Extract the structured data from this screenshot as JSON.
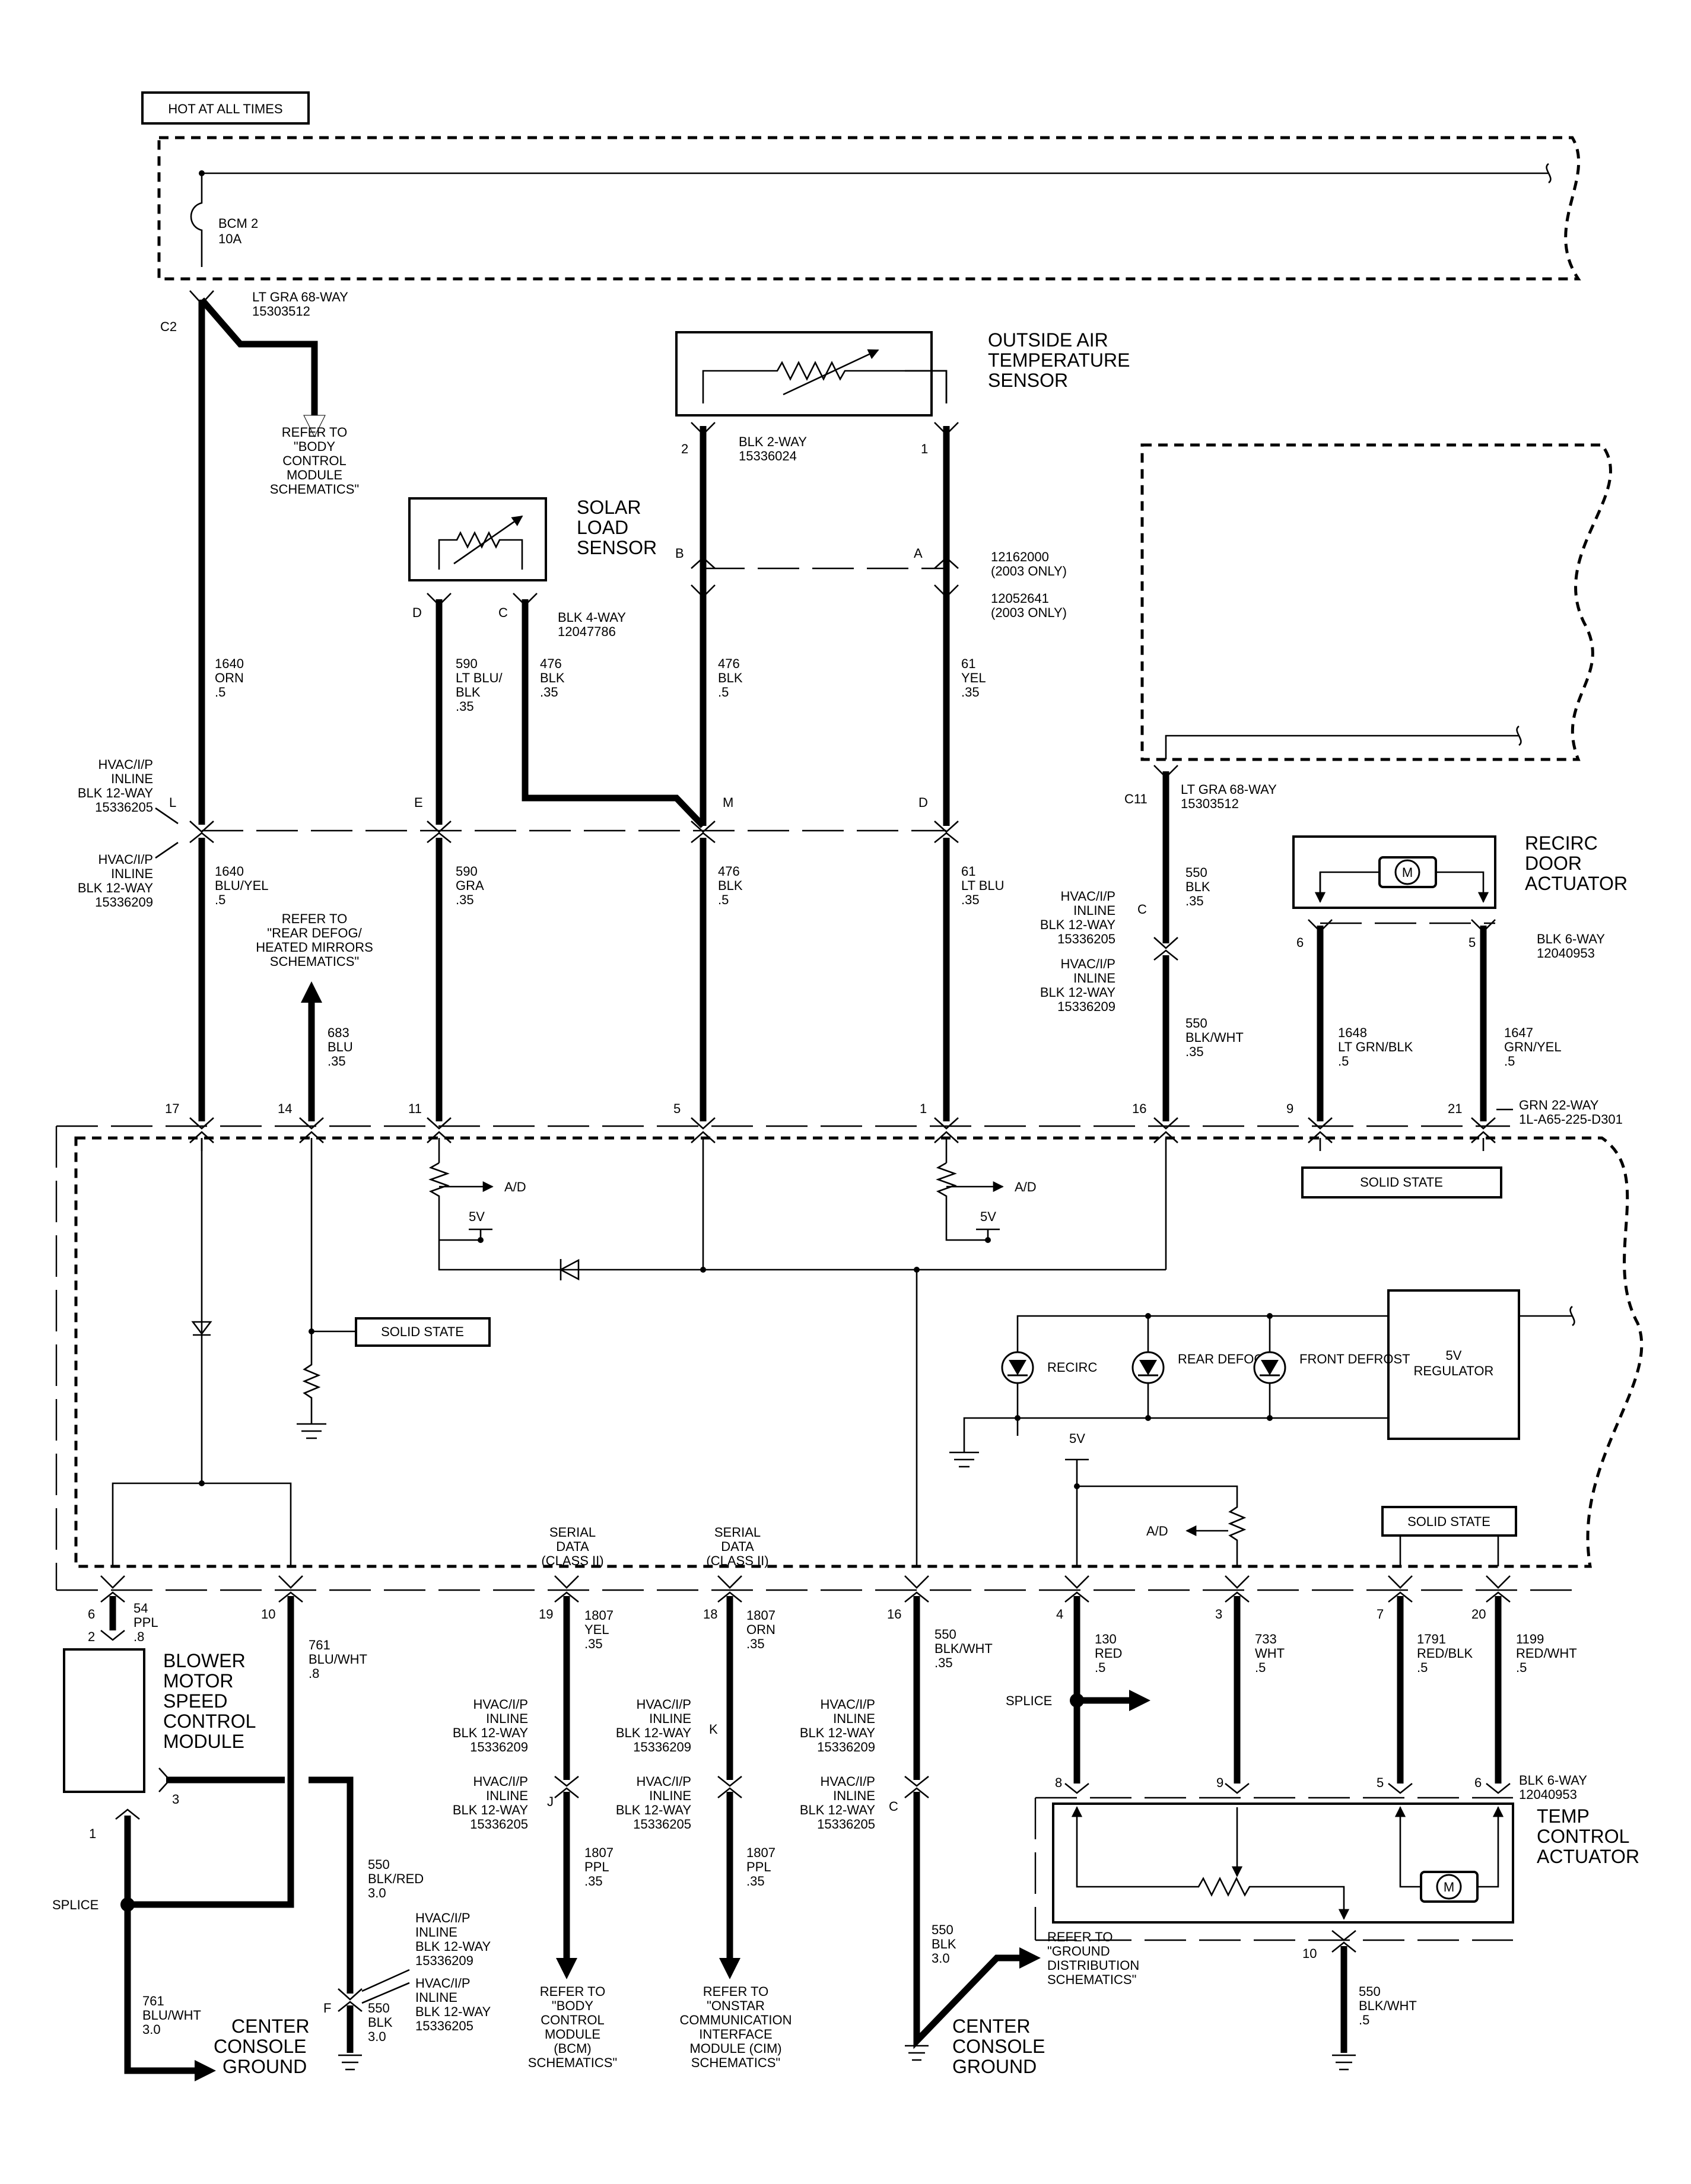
{
  "header": {
    "hot_label": "HOT AT ALL TIMES"
  },
  "fuse": {
    "name": "BCM 2",
    "rating": "10A"
  },
  "bcm_c2": {
    "pin": "C2",
    "connector": [
      "LT GRA 68-WAY",
      "15303512"
    ],
    "refer": [
      "REFER TO",
      "\"BODY",
      "CONTROL",
      "MODULE",
      "SCHEMATICS\""
    ]
  },
  "outside_air": {
    "title": [
      "OUTSIDE AIR",
      "TEMPERATURE",
      "SENSOR"
    ],
    "pin_left": "2",
    "pin_right": "1",
    "connector": [
      "BLK 2-WAY",
      "15336024"
    ],
    "pin_b": "B",
    "pin_a": "A",
    "conn_2003a": [
      "12162000",
      "(2003 ONLY)"
    ],
    "conn_2003b": [
      "12052641",
      "(2003 ONLY)"
    ]
  },
  "solar": {
    "title": [
      "SOLAR",
      "LOAD",
      "SENSOR"
    ],
    "pin_d": "D",
    "pin_c": "C",
    "connector": [
      "BLK 4-WAY",
      "12047786"
    ]
  },
  "wires_upper": {
    "w1640": [
      "1640",
      "ORN",
      ".5"
    ],
    "w590a": [
      "590",
      "LT BLU/",
      "BLK",
      ".35"
    ],
    "w476a": [
      "476",
      "BLK",
      ".35"
    ],
    "w476b": [
      "476",
      "BLK",
      ".5"
    ],
    "w61a": [
      "61",
      "YEL",
      ".35"
    ]
  },
  "inline_upper": {
    "left_a": [
      "HVAC/I/P",
      "INLINE",
      "BLK 12-WAY",
      "15336205"
    ],
    "left_b": [
      "HVAC/I/P",
      "INLINE",
      "BLK 12-WAY",
      "15336209"
    ],
    "pins": [
      "L",
      "E",
      "M",
      "D"
    ]
  },
  "wires_mid": {
    "w1640b": [
      "1640",
      "BLU/YEL",
      ".5"
    ],
    "w590b": [
      "590",
      "GRA",
      ".35"
    ],
    "w476c": [
      "476",
      "BLK",
      ".5"
    ],
    "w61b": [
      "61",
      "LT BLU",
      ".35"
    ],
    "w683": [
      "683",
      "BLU",
      ".35"
    ],
    "refer_rear": [
      "REFER TO",
      "\"REAR DEFOG/",
      "HEATED MIRRORS",
      "SCHEMATICS\""
    ]
  },
  "c11": {
    "pin": "C11",
    "connector": [
      "LT GRA 68-WAY",
      "15303512"
    ],
    "w550a": [
      "550",
      "BLK",
      ".35"
    ],
    "pin_c": "C",
    "inline_a": [
      "HVAC/I/P",
      "INLINE",
      "BLK 12-WAY",
      "15336205"
    ],
    "inline_b": [
      "HVAC/I/P",
      "INLINE",
      "BLK 12-WAY",
      "15336209"
    ],
    "w550b": [
      "550",
      "BLK/WHT",
      ".35"
    ]
  },
  "recirc": {
    "title": [
      "RECIRC",
      "DOOR",
      "ACTUATOR"
    ],
    "motor": "M",
    "pin6": "6",
    "pin5": "5",
    "connector": [
      "BLK 6-WAY",
      "12040953"
    ],
    "w1648": [
      "1648",
      "LT GRN/BLK",
      ".5"
    ],
    "w1647": [
      "1647",
      "GRN/YEL",
      ".5"
    ]
  },
  "module_top_pins": [
    "17",
    "14",
    "11",
    "5",
    "1",
    "16",
    "9",
    "21"
  ],
  "module_connector": [
    "GRN 22-WAY",
    "1L-A65-225-D301"
  ],
  "module": {
    "solid_state": "SOLID STATE",
    "ad": "A/D",
    "v5": "5V",
    "leds": [
      "RECIRC",
      "REAR DEFOG",
      "FRONT DEFROST"
    ],
    "regulator": [
      "5V",
      "REGULATOR"
    ],
    "serial": [
      "SERIAL",
      "DATA",
      "(CLASS II)"
    ]
  },
  "module_bottom_pins": [
    "6",
    "10",
    "19",
    "18",
    "16",
    "4",
    "3",
    "7",
    "20"
  ],
  "blower": {
    "title": [
      "BLOWER",
      "MOTOR",
      "SPEED",
      "CONTROL",
      "MODULE"
    ],
    "pin2": "2",
    "pin3": "3",
    "pin1": "1",
    "w54": [
      "54",
      "PPL",
      ".8"
    ]
  },
  "wires_lower": {
    "w761a": [
      "761",
      "BLU/WHT",
      ".8"
    ],
    "w550c": [
      "550",
      "BLK/RED",
      "3.0"
    ],
    "w550d": [
      "550",
      "BLK",
      "3.0"
    ],
    "w761b": [
      "761",
      "BLU/WHT",
      "3.0"
    ],
    "w1807a": [
      "1807",
      "YEL",
      ".35"
    ],
    "w1807b": [
      "1807",
      "PPL",
      ".35"
    ],
    "w1807c": [
      "1807",
      "ORN",
      ".35"
    ],
    "w1807d": [
      "1807",
      "PPL",
      ".35"
    ],
    "w550e": [
      "550",
      "BLK/WHT",
      ".35"
    ],
    "w550f": [
      "550",
      "BLK",
      "3.0"
    ],
    "w130": [
      "130",
      "RED",
      ".5"
    ],
    "w733": [
      "733",
      "WHT",
      ".5"
    ],
    "w1791": [
      "1791",
      "RED/BLK",
      ".5"
    ],
    "w1199": [
      "1199",
      "RED/WHT",
      ".5"
    ],
    "w550g": [
      "550",
      "BLK/WHT",
      ".5"
    ]
  },
  "inline_lower": {
    "a": [
      "HVAC/I/P",
      "INLINE",
      "BLK 12-WAY",
      "15336209"
    ],
    "b": [
      "HVAC/I/P",
      "INLINE",
      "BLK 12-WAY",
      "15336205"
    ],
    "pins": [
      "F",
      "J",
      "K",
      "C"
    ]
  },
  "splice": "SPLICE",
  "grounds": {
    "center": [
      "CENTER",
      "CONSOLE",
      "GROUND"
    ]
  },
  "refers_bottom": {
    "bcm": [
      "REFER TO",
      "\"BODY",
      "CONTROL",
      "MODULE",
      "(BCM)",
      "SCHEMATICS\""
    ],
    "cim": [
      "REFER TO",
      "\"ONSTAR",
      "COMMUNICATION",
      "INTERFACE",
      "MODULE (CIM)",
      "SCHEMATICS\""
    ],
    "ground": [
      "REFER TO",
      "\"GROUND",
      "DISTRIBUTION",
      "SCHEMATICS\""
    ]
  },
  "temp": {
    "title": [
      "TEMP",
      "CONTROL",
      "ACTUATOR"
    ],
    "pins": [
      "8",
      "9",
      "5",
      "6",
      "10"
    ],
    "connector": [
      "BLK 6-WAY",
      "12040953"
    ],
    "motor": "M"
  }
}
